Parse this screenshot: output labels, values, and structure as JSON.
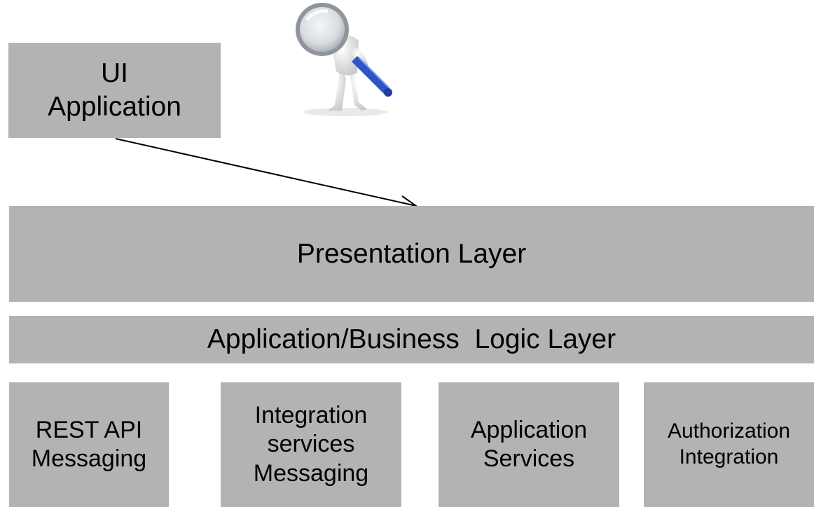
{
  "ui_box": {
    "label": "UI\nApplication"
  },
  "presentation_layer": {
    "label": "Presentation Layer"
  },
  "business_layer": {
    "label": "Application/Business  Logic Layer"
  },
  "services": [
    {
      "label": "REST API\nMessaging"
    },
    {
      "label": "Integration\nservices\nMessaging"
    },
    {
      "label": "Application\nServices"
    },
    {
      "label": "Authorization\nIntegration"
    }
  ],
  "colors": {
    "box_fill": "#b3b3b3",
    "background": "#ffffff",
    "connector": "#000000"
  },
  "icons": {
    "figure": "person-with-magnifying-glass-icon"
  }
}
